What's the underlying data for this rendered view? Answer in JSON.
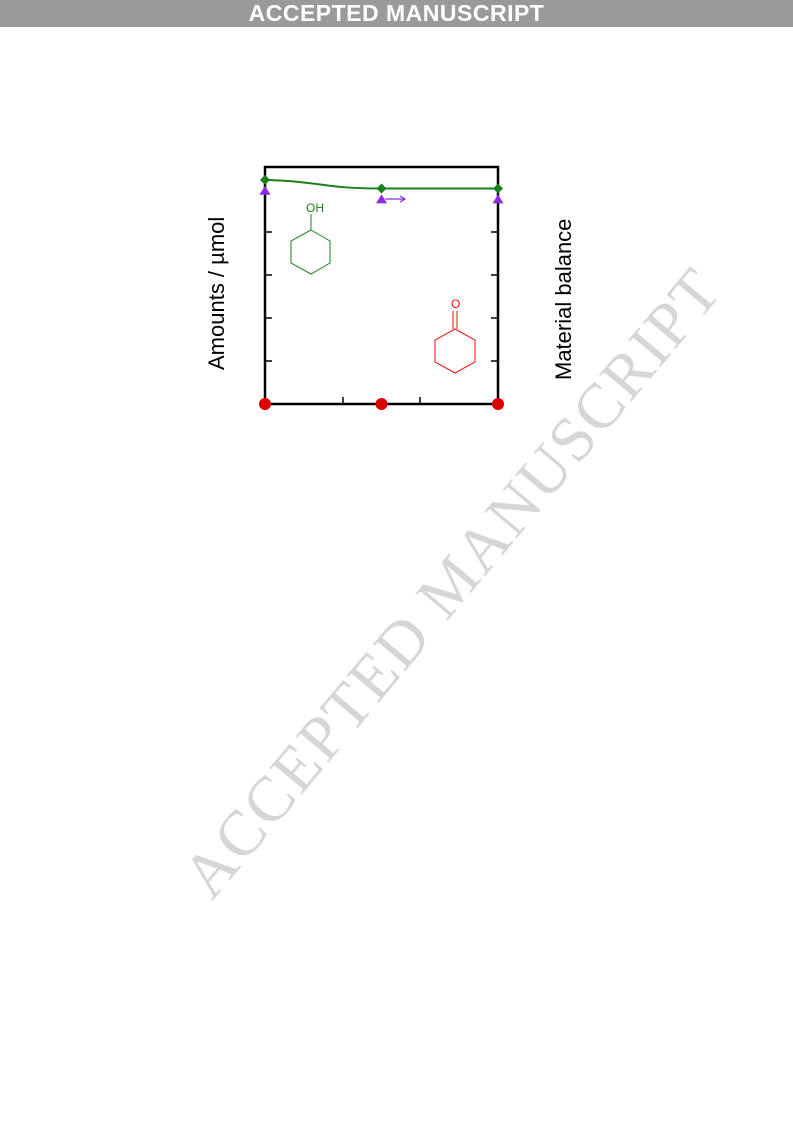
{
  "header": {
    "banner_text": "ACCEPTED MANUSCRIPT"
  },
  "watermark": {
    "text": "ACCEPTED MANUSCRIPT"
  },
  "chart_data": {
    "type": "line",
    "title": "",
    "xlabel": "",
    "ylabel": "Amounts / µmol",
    "y2label": "Material balance",
    "x": [
      0,
      1,
      2
    ],
    "xlim": [
      0,
      2
    ],
    "ylim": [
      0,
      5.5
    ],
    "grid": false,
    "series": [
      {
        "name": "",
        "color": "#1a7f1a",
        "marker": "diamond",
        "line": true,
        "values": [
          5.2,
          5.0,
          5.0
        ]
      },
      {
        "name": "",
        "color": "#8a2be2",
        "marker": "triangle",
        "line": false,
        "values": [
          4.95,
          4.75,
          4.75
        ]
      },
      {
        "name": "",
        "color": "#dd0000",
        "marker": "circle",
        "line": false,
        "values": [
          0,
          0,
          0
        ]
      }
    ],
    "annotations": {
      "alcohol_label": "OH",
      "ketone_label": "O",
      "alcohol_color": "#1a7f1a",
      "ketone_color": "#ee1111",
      "arrow_color": "#8a2be2"
    }
  }
}
